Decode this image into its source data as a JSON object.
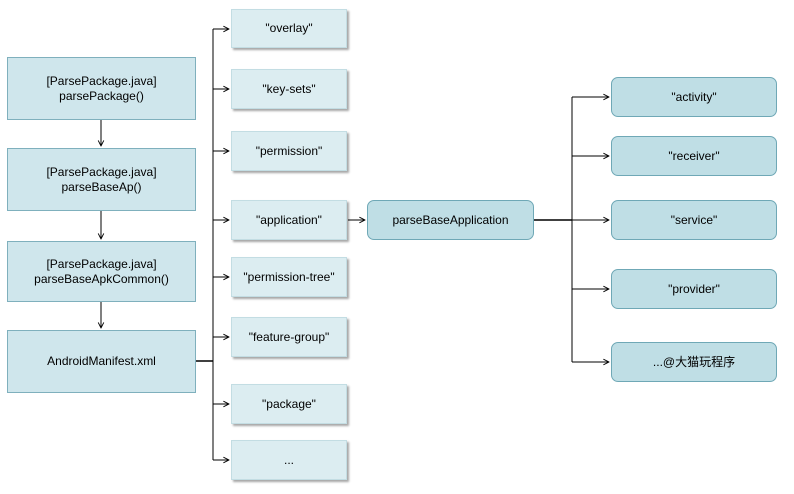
{
  "main_chain": [
    {
      "line1": "[ParsePackage.java]",
      "line2": "parsePackage()"
    },
    {
      "line1": "[ParsePackage.java]",
      "line2": "parseBaseAp()"
    },
    {
      "line1": "[ParsePackage.java]",
      "line2": "parseBaseApkCommon()"
    },
    {
      "line1": "AndroidManifest.xml",
      "line2": ""
    }
  ],
  "manifest_tags": [
    "\"overlay\"",
    "\"key-sets\"",
    "\"permission\"",
    "\"application\"",
    "\"permission-tree\"",
    "\"feature-group\"",
    "\"package\"",
    "..."
  ],
  "application_parser": "parseBaseApplication",
  "application_tags": [
    "\"activity\"",
    "\"receiver\"",
    "\"service\"",
    "\"provider\"",
    "...@大猫玩程序"
  ],
  "colors": {
    "main_fill": "#cfe6ec",
    "child_fill": "#dcedf1",
    "round_fill": "#bfdee5",
    "line": "#000000"
  }
}
